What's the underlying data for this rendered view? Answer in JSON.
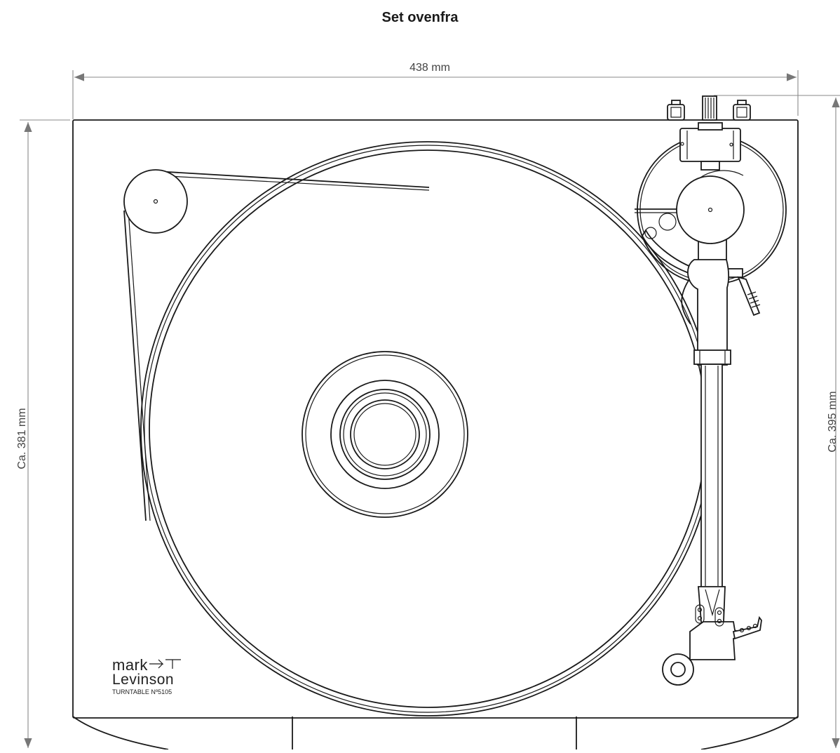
{
  "title": "Set ovenfra",
  "dimensions": {
    "width": "438 mm",
    "depth": "Ca. 381 mm",
    "depth_with_arm": "Ca. 395 mm"
  },
  "logo": {
    "line1": "mark",
    "line2": "Levinson",
    "model": "TURNTABLE Nº5105"
  }
}
